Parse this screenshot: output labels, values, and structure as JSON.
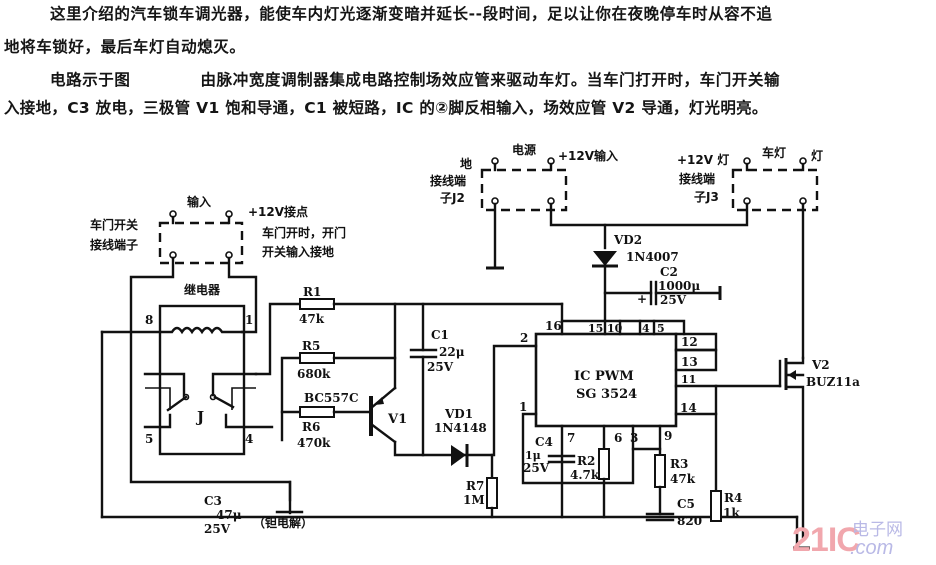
{
  "description": {
    "para1_line1": "这里介绍的汽车锁车调光器，能使车内灯光逐渐变暗并延长--段时间，足以让你在夜晚停车时从容不追",
    "para1_line2": "地将车锁好，最后车灯自动熄灭。",
    "para2_lead": "电路示于图",
    "para2_line1": "由脉冲宽度调制器集成电路控制场效应管来驱动车灯。当车门打开时，车门开关输",
    "para2_line2": "入接地，C3 放电，三极管 V1 饱和导通，C1 被短路，IC 的②脚反相输入，场效应管 V2 导通，灯光明亮。"
  },
  "connectors": {
    "door_switch": {
      "title": "输入",
      "name_line1": "车门开关",
      "name_line2": "接线端子",
      "plus12": "+12V接点",
      "note_line1": "车门开时，开门",
      "note_line2": "开关输入接地"
    },
    "power": {
      "title": "电源",
      "plus12": "+12V输入",
      "name_line1": "地",
      "name_line2": "接线端",
      "name_line3": "子J2"
    },
    "lamp": {
      "title": "车灯",
      "plus12": "+12V 灯",
      "name_line2": "接线端",
      "name_line3": "子J3",
      "right": "灯"
    }
  },
  "relay": {
    "title": "继电器",
    "label": "J",
    "pins": [
      "8",
      "1",
      "5",
      "4"
    ]
  },
  "components": {
    "R1": {
      "name": "R1",
      "value": "47k"
    },
    "R5": {
      "name": "R5",
      "value": "680k"
    },
    "R6": {
      "name": "R6",
      "value": "470k"
    },
    "V1": {
      "name": "V1",
      "model": "BC557C"
    },
    "C1": {
      "name": "C1",
      "value": "22μ",
      "voltage": "25V"
    },
    "VD1": {
      "name": "VD1",
      "model": "1N4148"
    },
    "R7": {
      "name": "R7",
      "value": "1M"
    },
    "C3": {
      "name": "C3",
      "value": "47μ",
      "voltage": "25V",
      "note": "（钽电解）"
    },
    "VD2": {
      "name": "VD2",
      "model": "1N4007"
    },
    "C2": {
      "name": "C2",
      "value": "1000μ",
      "voltage": "25V",
      "plus": "+"
    },
    "C4": {
      "name": "C4",
      "value": "1μ",
      "voltage": "25V"
    },
    "R2": {
      "name": "R2",
      "value": "4.7k"
    },
    "R3": {
      "name": "R3",
      "value": "47k"
    },
    "C5": {
      "name": "C5",
      "value": "820"
    },
    "R4": {
      "name": "R4",
      "value": "1k"
    },
    "V2": {
      "name": "V2",
      "model": "BUZ11a"
    }
  },
  "ic": {
    "line1": "IC  PWM",
    "line2": "SG 3524",
    "pins": {
      "p16": "16",
      "p15": "15",
      "p10": "10",
      "p4": "4",
      "p5": "5",
      "p2": "2",
      "p1": "1",
      "p12": "12",
      "p13": "13",
      "p11": "11",
      "p14": "14",
      "p7": "7",
      "p6": "6",
      "p3": "3",
      "p9": "9"
    }
  },
  "watermark": {
    "brand": "21IC",
    "cn": "电子网",
    "domain": ".com"
  }
}
